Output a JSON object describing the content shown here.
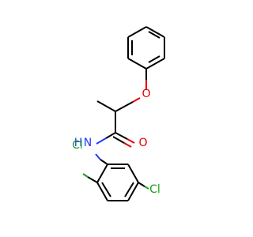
{
  "molecule": {
    "atoms": {
      "oxygen_ether": "O",
      "oxygen_carbonyl": "O",
      "nitrogen_amide": "N",
      "hydrogen_amide": "H",
      "chlorine_ortho": "Cl",
      "chlorine_meta": "Cl"
    },
    "colors": {
      "carbon_bond": "#000000",
      "oxygen": "#e00000",
      "nitrogen": "#1f3cff",
      "chlorine": "#18a018"
    }
  }
}
